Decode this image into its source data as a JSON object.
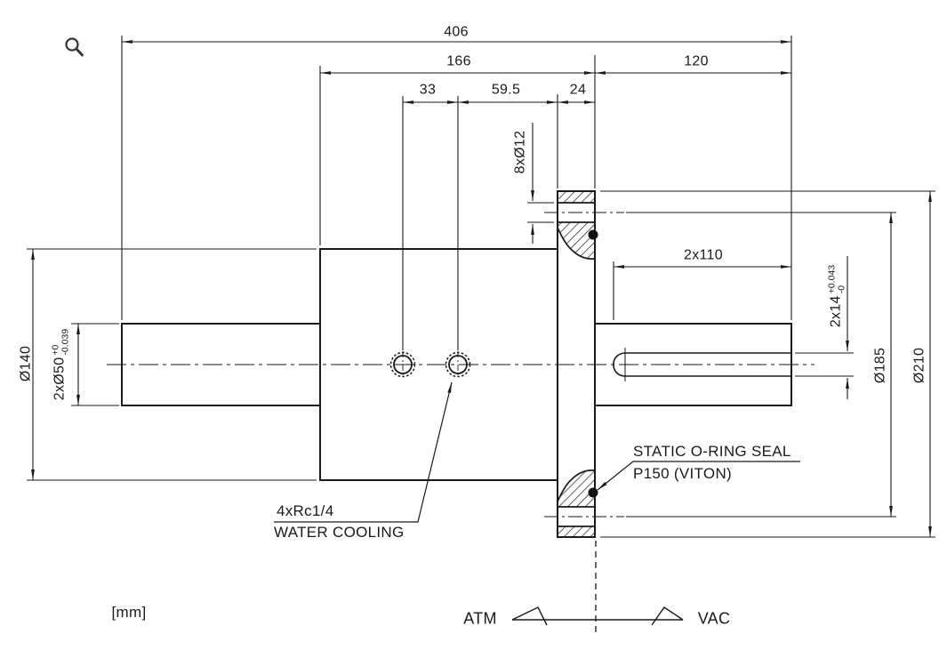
{
  "drawing": {
    "units": "[mm]",
    "dims": {
      "overall": "406",
      "body_flange": "166",
      "flange_end": "120",
      "port_spacing": "33",
      "port_flange": "59.5",
      "flange_thk": "24",
      "bolt_holes": "8xØ12",
      "keyway_len": "2x110",
      "keyway_w": "2x14",
      "keyway_w_tol_plus": "+0.043",
      "keyway_w_tol_minus": "-0",
      "shaft_d": "2xØ50",
      "shaft_d_tol_plus": "+0",
      "shaft_d_tol_minus": "-0.039",
      "body_d": "Ø140",
      "bolt_circle_d": "Ø185",
      "flange_d": "Ø210"
    },
    "notes": {
      "oring_line1": "STATIC O-RING SEAL",
      "oring_line2": "P150 (VITON)",
      "cooling_line1": "4xRc1/4",
      "cooling_line2": "WATER COOLING",
      "atm_side": "ATM",
      "vac_side": "VAC"
    },
    "colors": {
      "line": "#1a1a1a",
      "background": "#ffffff"
    }
  }
}
